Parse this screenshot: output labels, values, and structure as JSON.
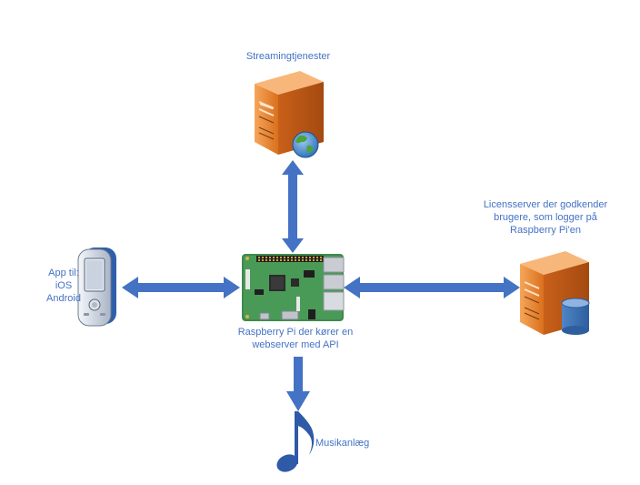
{
  "labels": {
    "streaming": "Streamingtjenester",
    "license_line1": "Licensserver der godkender",
    "license_line2": "brugere, som logger på",
    "license_line3": "Raspberry Pi'en",
    "app_line1": "App til:",
    "app_line2": "iOS",
    "app_line3": "Android",
    "rpi_line1": "Raspberry Pi der kører en",
    "rpi_line2": "webserver med API",
    "music": "Musikanlæg"
  },
  "colors": {
    "text": "#4472C4",
    "arrow": "#4472C4",
    "server_orange": "#E98A3A",
    "board_green": "#3E8A4B"
  },
  "icons": [
    "server-globe-icon",
    "server-database-icon",
    "phone-icon",
    "raspberry-pi-icon",
    "music-note-icon"
  ]
}
